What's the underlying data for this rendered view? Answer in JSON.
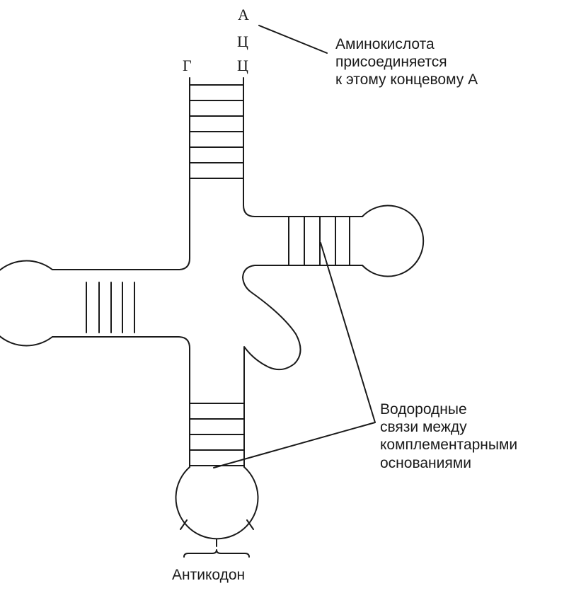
{
  "nucleotides": {
    "a": "А",
    "c1": "Ц",
    "c2": "Ц",
    "g": "Г"
  },
  "labels": {
    "amino_acid": [
      "Аминокислота",
      "присоединяется",
      "к этому концевому А"
    ],
    "hydrogen_bonds": [
      "Водородные",
      "связи между",
      "комплементарными",
      "основаниями"
    ],
    "anticodon": "Антикодон"
  },
  "colors": {
    "line": "#1a1a1a",
    "background": "#ffffff"
  }
}
